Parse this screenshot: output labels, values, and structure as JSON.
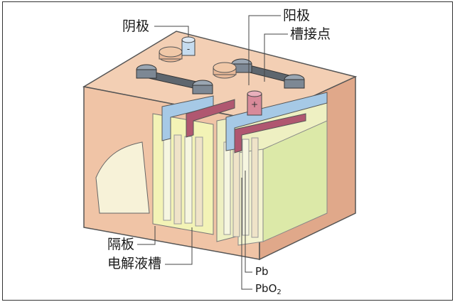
{
  "labels": {
    "cathode": "阴极",
    "anode": "阳极",
    "terminal": "槽接点",
    "separator": "隔板",
    "electrolyte_tank": "电解液槽",
    "pb": "Pb",
    "pbo2_main": "PbO",
    "pbo2_sub": "2",
    "minus": "-",
    "plus": "+"
  },
  "colors": {
    "case": "#f0c4a6",
    "case_dark": "#e0a88a",
    "electrolyte": "#f3f3b6",
    "pb_plate": "#a6c9e6",
    "pbo2_plate": "#b05770",
    "terminal_metal": "#9aa6b2"
  }
}
